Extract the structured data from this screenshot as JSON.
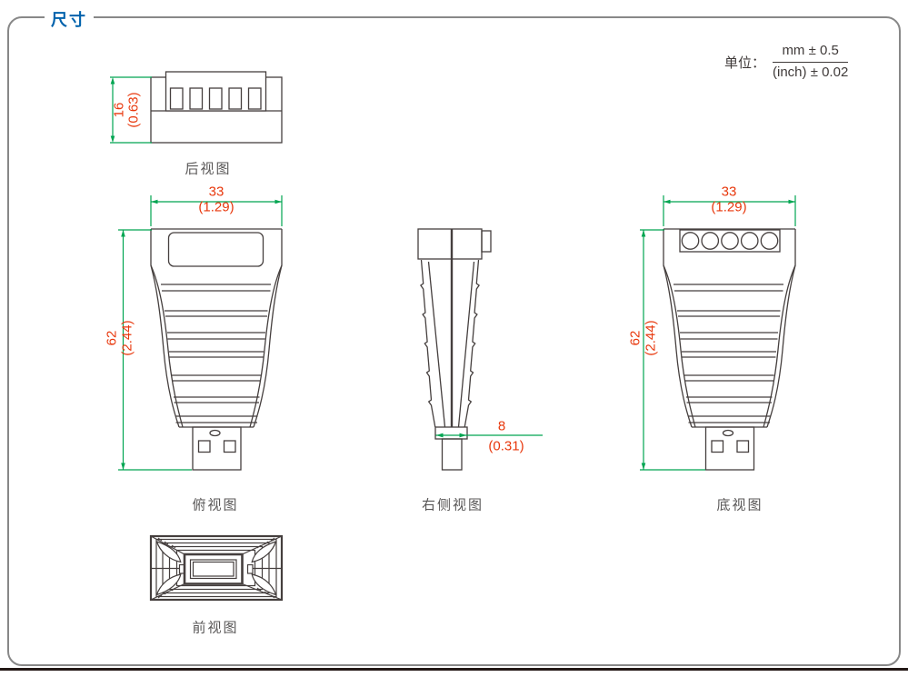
{
  "page": {
    "title": "尺寸"
  },
  "unit_note": {
    "label": "单位：",
    "numerator": "mm ± 0.5",
    "denominator": "(inch) ± 0.02"
  },
  "views": {
    "rear": {
      "label": "后视图",
      "height_mm": "16",
      "height_in": "(0.63)"
    },
    "top": {
      "label": "俯视图",
      "width_mm": "33",
      "width_in": "(1.29)",
      "height_mm": "62",
      "height_in": "(2.44)"
    },
    "right": {
      "label": "右侧视图",
      "depth_mm": "8",
      "depth_in": "(0.31)"
    },
    "bottom": {
      "label": "底视图",
      "width_mm": "33",
      "width_in": "(1.29)",
      "height_mm": "62",
      "height_in": "(2.44)"
    },
    "front": {
      "label": "前视图"
    }
  },
  "colors": {
    "title_blue": "#0062AC",
    "dimension_line_green": "#00A551",
    "dimension_text_red": "#E8380D",
    "outline_dark": "#453F3E",
    "label_gray": "#595757",
    "frame_gray": "#888888",
    "bottom_rule": "#231815"
  }
}
